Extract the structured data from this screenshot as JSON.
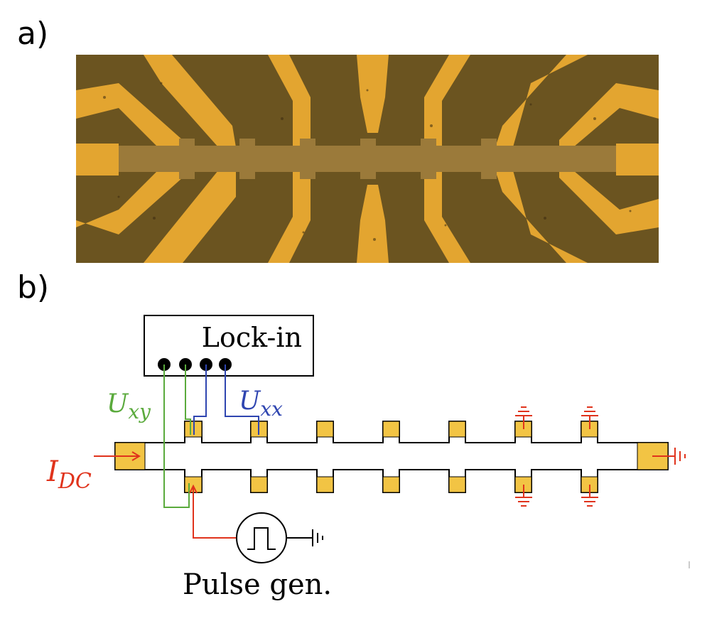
{
  "panels": {
    "a": "a)",
    "b": "b)"
  },
  "diagram": {
    "lockin_label": "Lock-in",
    "pulse_label": "Pulse gen.",
    "uxy_main": "U",
    "uxy_sub": "xy",
    "uxx_main": "U",
    "uxx_sub": "xx",
    "idc_main": "I",
    "idc_sub": "DC"
  },
  "colors": {
    "gold": "#f2c444",
    "green": "#5aaa3c",
    "blue": "#2f45b0",
    "red": "#e0331c",
    "micro_bg": "#6b5420",
    "micro_gold": "#e0a02c",
    "micro_channel": "#9b7a3a"
  }
}
